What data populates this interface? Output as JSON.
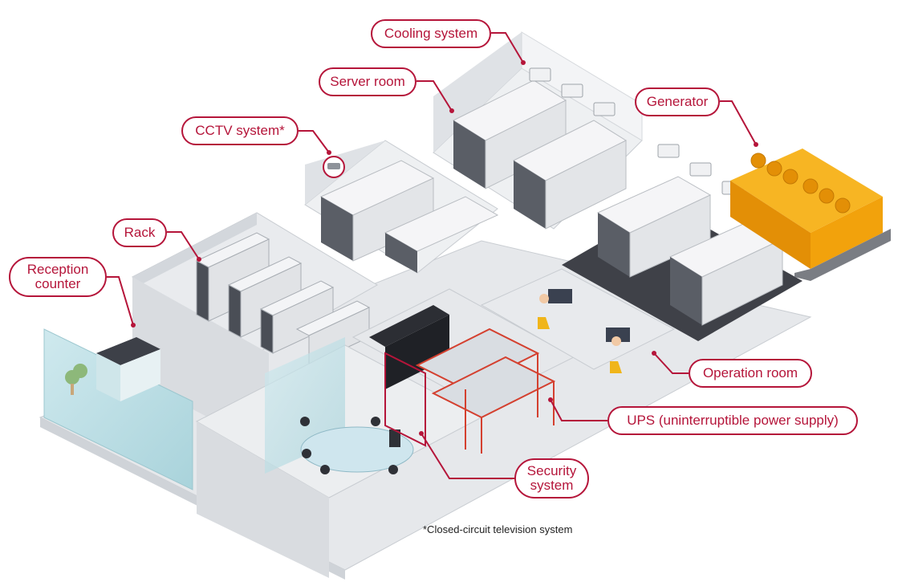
{
  "labels": {
    "cooling_system": "Cooling system",
    "server_room": "Server room",
    "generator": "Generator",
    "cctv_system": "CCTV system*",
    "rack": "Rack",
    "reception_counter": "Reception counter",
    "operation_room": "Operation room",
    "ups": "UPS (uninterruptible power supply)",
    "security_system": "Security system"
  },
  "footnote": "*Closed-circuit television system",
  "colors": {
    "accent": "#b5153a",
    "generator": "#f2a20c",
    "floor": "#e9ebee",
    "wall": "#d3d7dc",
    "dark_floor": "#3f4148"
  }
}
